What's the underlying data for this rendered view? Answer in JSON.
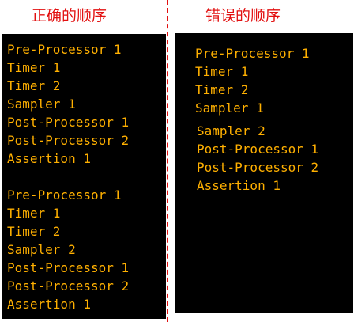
{
  "headings": {
    "correct": "正确的顺序",
    "wrong": "错误的顺序"
  },
  "colors": {
    "heading": "#e21010",
    "divider": "#e21010",
    "panel_background": "#000000",
    "code_text": "#ffb000"
  },
  "correct_order": {
    "group1": [
      "Pre-Processor 1",
      "Timer 1",
      "Timer 2",
      "Sampler 1",
      "Post-Processor 1",
      "Post-Processor 2",
      "Assertion 1"
    ],
    "group2": [
      "Pre-Processor 1",
      "Timer 1",
      "Timer 2",
      "Sampler 2",
      "Post-Processor 1",
      "Post-Processor 2",
      "Assertion 1"
    ]
  },
  "wrong_order": {
    "group1": [
      "Pre-Processor 1",
      "Timer 1",
      "Timer 2",
      "Sampler 1"
    ],
    "group2": [
      "Sampler 2",
      "Post-Processor 1",
      "Post-Processor 2",
      "Assertion 1"
    ]
  }
}
